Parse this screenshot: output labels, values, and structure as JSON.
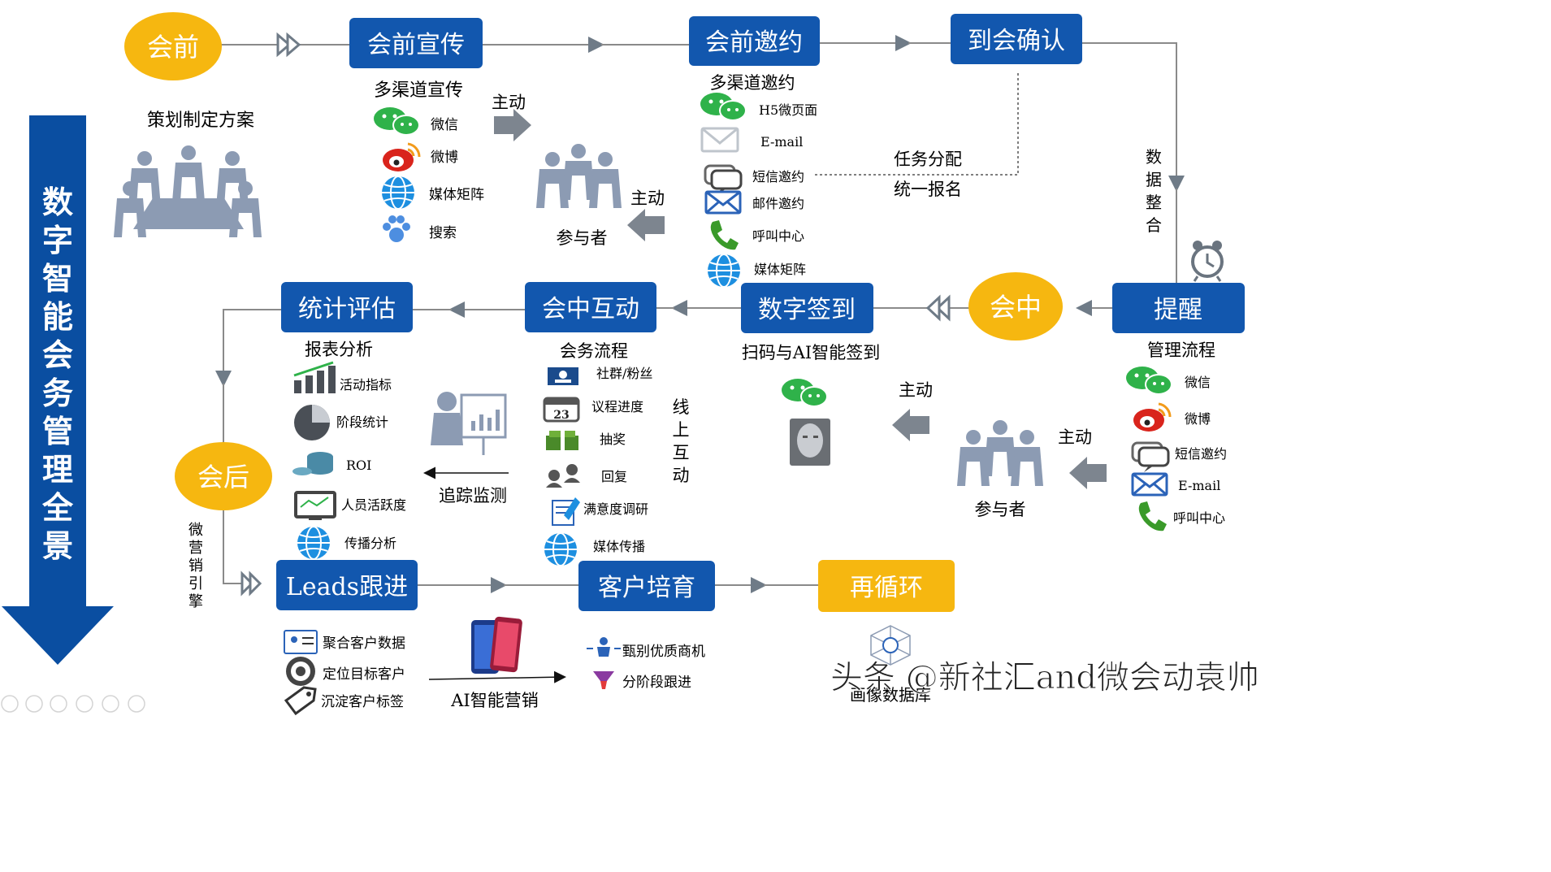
{
  "colors": {
    "primary_blue": "#0a4ea1",
    "box_blue": "#1257ae",
    "gold": "#f6b710",
    "gray_icon": "#8c9bb3",
    "arrow_gray": "#6f7b87",
    "line_gray": "#8a8a8a",
    "wechat_green": "#2fb24a",
    "weibo_red": "#d9241c",
    "globe_blue": "#1d8fe0"
  },
  "side_banner": {
    "text": "数字智能会务管理全景"
  },
  "stages": {
    "pre": "会前",
    "mid": "会中",
    "post": "会后"
  },
  "boxes": {
    "promo": "会前宣传",
    "invite": "会前邀约",
    "confirm": "到会确认",
    "remind": "提醒",
    "checkin": "数字签到",
    "interact": "会中互动",
    "stats": "统计评估",
    "leads": "Leads跟进",
    "nurture": "客户培育",
    "recycle": "再循环"
  },
  "pre": {
    "plan_label": "策划制定方案",
    "promo_title": "多渠道宣传",
    "promo_items": [
      "微信",
      "微博",
      "媒体矩阵",
      "搜索"
    ],
    "active_1": "主动",
    "active_2": "主动",
    "participants": "参与者",
    "invite_title": "多渠道邀约",
    "invite_items": [
      "H5微页面",
      "E-mail",
      "短信邀约",
      "邮件邀约",
      "呼叫中心",
      "媒体矩阵"
    ],
    "task_1": "任务分配",
    "task_2": "统一报名",
    "data_merge": "数据整合"
  },
  "mid": {
    "mgmt_title": "管理流程",
    "mgmt_items": [
      "微信",
      "微博",
      "短信邀约",
      "E-mail",
      "呼叫中心"
    ],
    "active_1": "主动",
    "active_2": "主动",
    "participants": "参与者",
    "checkin_title": "扫码与AI智能签到",
    "flow_title": "会务流程",
    "flow_items": [
      "社群/粉丝",
      "议程进度",
      "抽奖",
      "回复",
      "满意度调研",
      "媒体传播"
    ],
    "online_interact": "线上互动"
  },
  "post": {
    "report_title": "报表分析",
    "report_items": [
      "活动指标",
      "阶段统计",
      "ROI",
      "人员活跃度",
      "传播分析"
    ],
    "track": "追踪监测",
    "engine": "微营销引擎",
    "leads_items": [
      "聚合客户数据",
      "定位目标客户",
      "沉淀客户标签"
    ],
    "ai_marketing": "AI智能营销",
    "nurture_items": [
      "甄别优质商机",
      "分阶段跟进"
    ],
    "portrait_db": "画像数据库"
  },
  "watermark": "头条 @新社汇and微会动袁帅"
}
